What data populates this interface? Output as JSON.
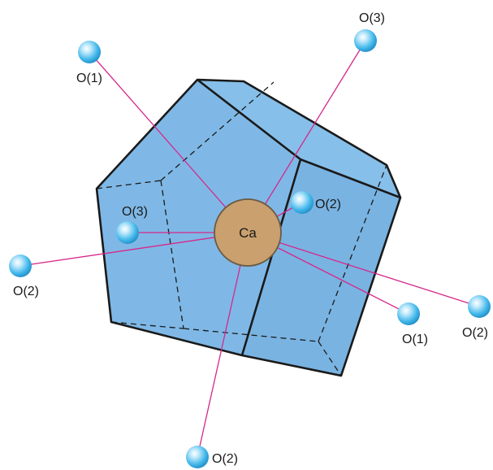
{
  "center_atom": {
    "label": "Ca",
    "color": "#c9a06e",
    "stroke": "#6b5a44"
  },
  "polyhedron": {
    "fill": "#7fb8e6",
    "edge_color": "#1a1a1a"
  },
  "bond_color": "#d6278a",
  "atom_color": "#3fb6ea",
  "ligands": [
    {
      "id": "o1-top-left",
      "label": "O(1)"
    },
    {
      "id": "o3-top-right",
      "label": "O(3)"
    },
    {
      "id": "o3-inner",
      "label": "O(3)"
    },
    {
      "id": "o2-inner-right",
      "label": "O(2)"
    },
    {
      "id": "o2-left",
      "label": "O(2)"
    },
    {
      "id": "o1-lower-right",
      "label": "O(1)"
    },
    {
      "id": "o2-far-right",
      "label": "O(2)"
    },
    {
      "id": "o2-bottom",
      "label": "O(2)"
    }
  ]
}
